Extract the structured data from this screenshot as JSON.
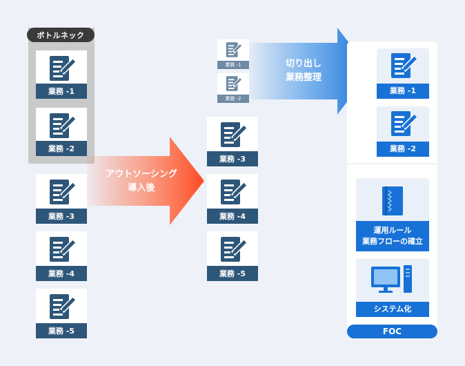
{
  "bottleneck": {
    "label": "ボトルネック"
  },
  "left_tasks": [
    "業務 -1",
    "業務 -2",
    "業務 -3",
    "業務 -4",
    "業務 -5"
  ],
  "outsourcing_arrow": {
    "line1": "アウトソーシング",
    "line2": "導入後"
  },
  "mid_small_tasks": [
    "業務 -1",
    "業務 -2"
  ],
  "mid_tasks": [
    "業務 -3",
    "業務 -4",
    "業務 -5"
  ],
  "cutout_arrow": {
    "line1": "切り出し",
    "line2": "業務整理"
  },
  "foc_tasks": [
    "業務 -1",
    "業務 -2"
  ],
  "foc_rules": {
    "line1": "運用ルール",
    "line2": "業務フローの確立"
  },
  "foc_system": {
    "label": "システム化"
  },
  "foc": {
    "label": "FOC"
  },
  "colors": {
    "task_label": "#2e5679",
    "foc_blue": "#1771d6",
    "orange": "#ff4f2a",
    "bottleneck_gray": "#c9c9c9"
  }
}
